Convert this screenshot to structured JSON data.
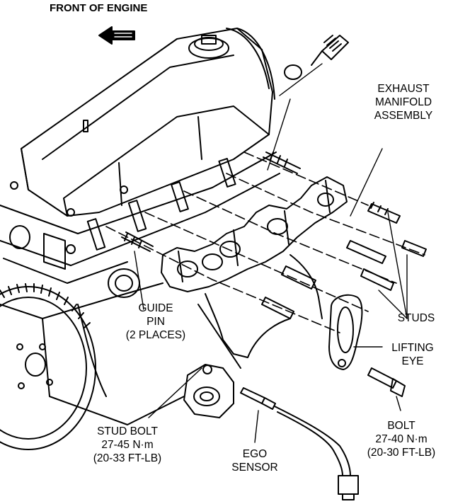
{
  "header": {
    "title": "FRONT OF ENGINE"
  },
  "labels": {
    "exhaust_manifold": [
      "EXHAUST",
      "MANIFOLD",
      "ASSEMBLY"
    ],
    "studs": [
      "STUDS"
    ],
    "guide_pin": [
      "GUIDE",
      "PIN",
      "(2 PLACES)"
    ],
    "lifting_eye": [
      "LIFTING",
      "EYE"
    ],
    "bolt": [
      "BOLT",
      "27-40 N·m",
      "(20-30 FT-LB)"
    ],
    "stud_bolt": [
      "STUD BOLT",
      "27-45 N·m",
      "(20-33 FT-LB)"
    ],
    "ego_sensor": [
      "EGO",
      "SENSOR"
    ]
  },
  "colors": {
    "ink": "#000000",
    "paper": "#ffffff"
  },
  "icons": {
    "direction": "arrow-left-icon"
  }
}
